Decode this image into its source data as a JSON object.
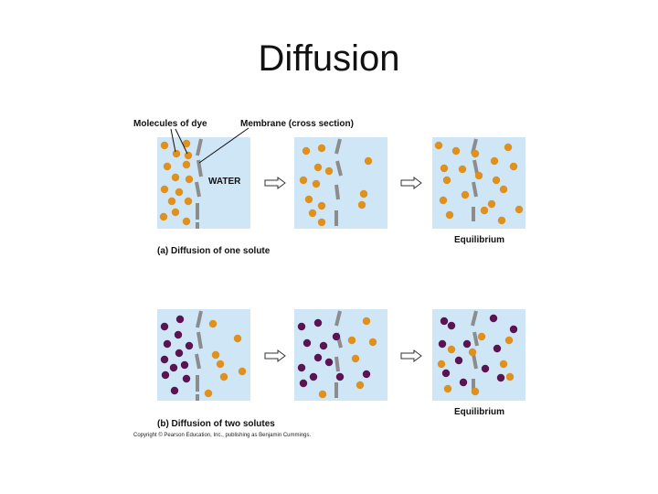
{
  "title": "Diffusion",
  "labels": {
    "molecules_of_dye": "Molecules of dye",
    "membrane": "Membrane (cross section)",
    "water": "WATER",
    "equilibrium": "Equilibrium",
    "caption_a": "(a) Diffusion of one solute",
    "caption_b": "(b) Diffusion of two solutes",
    "copyright": "Copyright © Pearson Education, Inc., publishing as Benjamin Cummings."
  },
  "colors": {
    "water": "#cfe6f7",
    "membrane": "#8c8c8c",
    "dye_orange": "#e0901c",
    "dye_purple": "#5b1452"
  }
}
